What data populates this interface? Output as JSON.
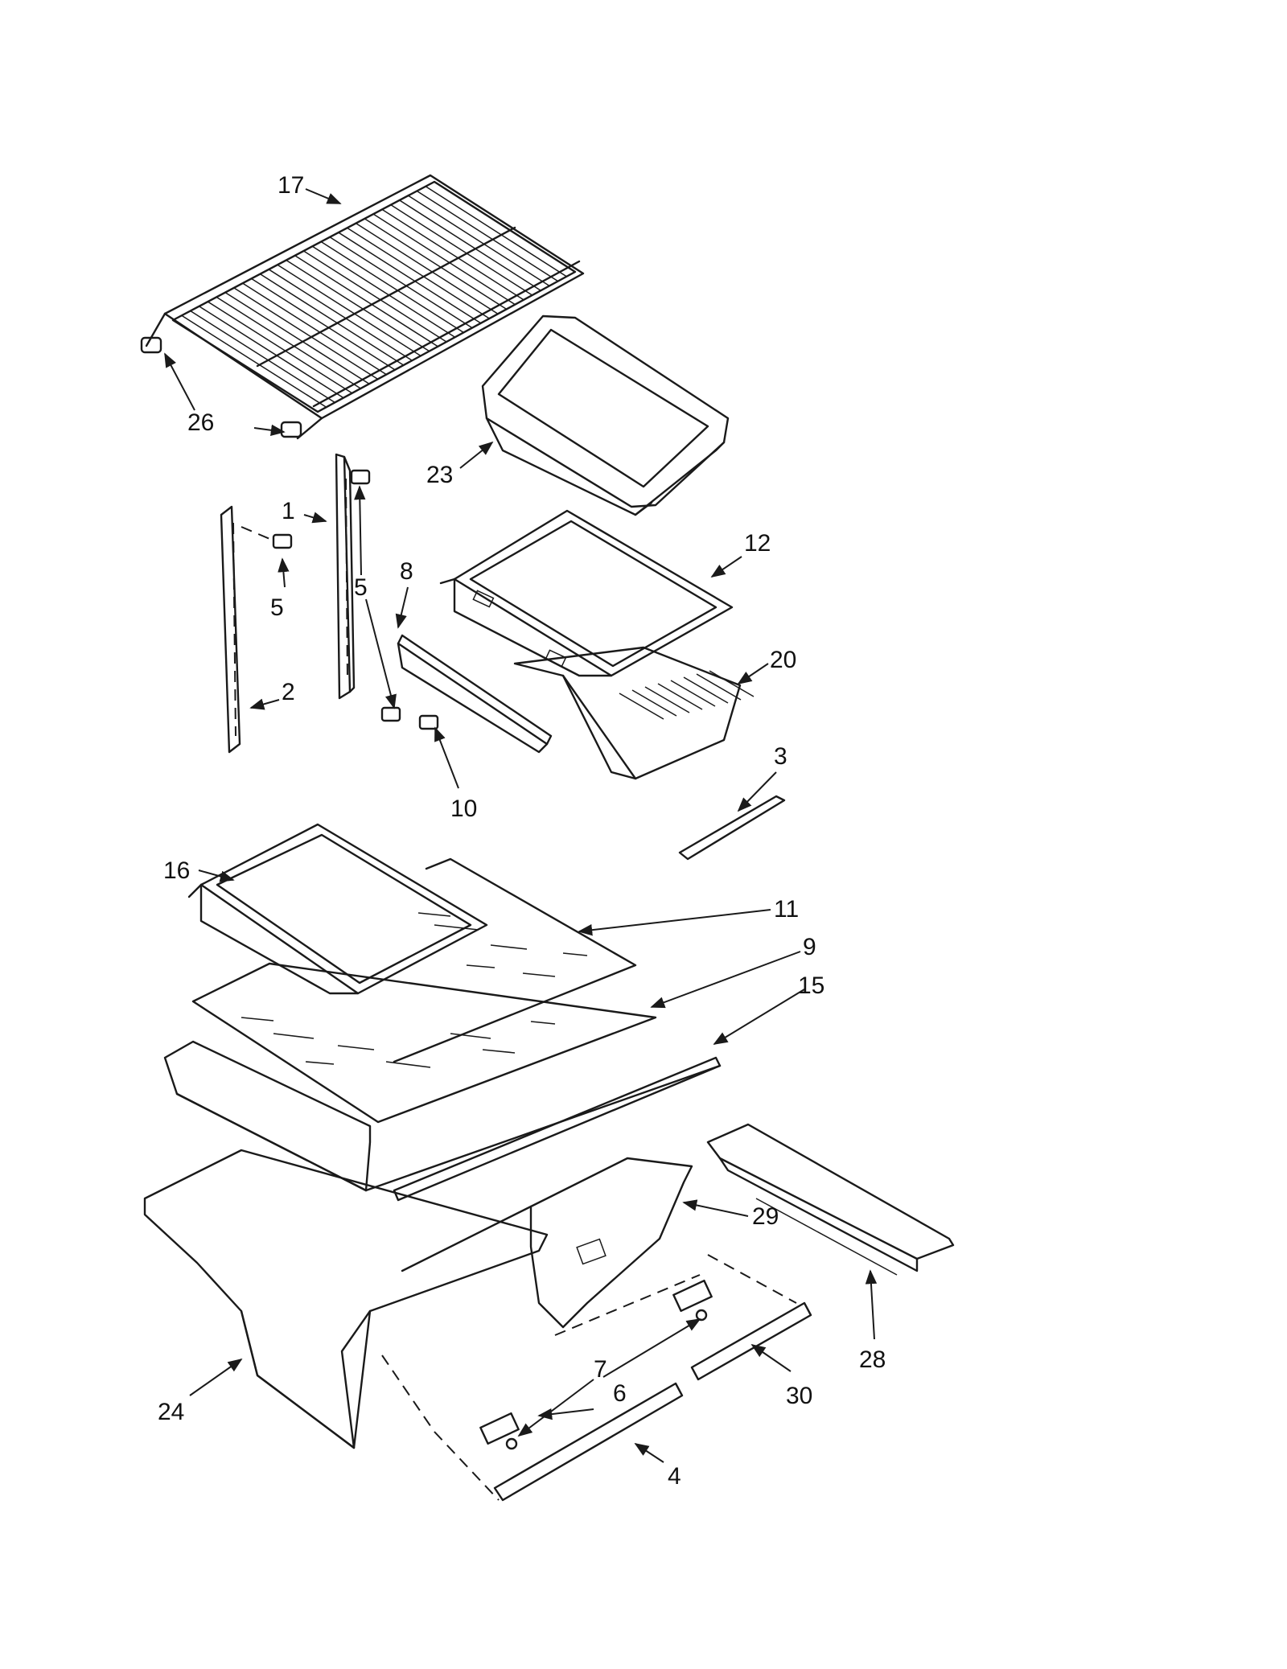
{
  "diagram": {
    "callouts": {
      "c1": "1",
      "c2": "2",
      "c3": "3",
      "c4": "4",
      "c5": "5",
      "c6": "6",
      "c7": "7",
      "c8": "8",
      "c9": "9",
      "c10": "10",
      "c11": "11",
      "c12": "12",
      "c15": "15",
      "c16": "16",
      "c17": "17",
      "c20": "20",
      "c23": "23",
      "c24": "24",
      "c26": "26",
      "c28": "28",
      "c29": "29",
      "c30": "30"
    }
  }
}
